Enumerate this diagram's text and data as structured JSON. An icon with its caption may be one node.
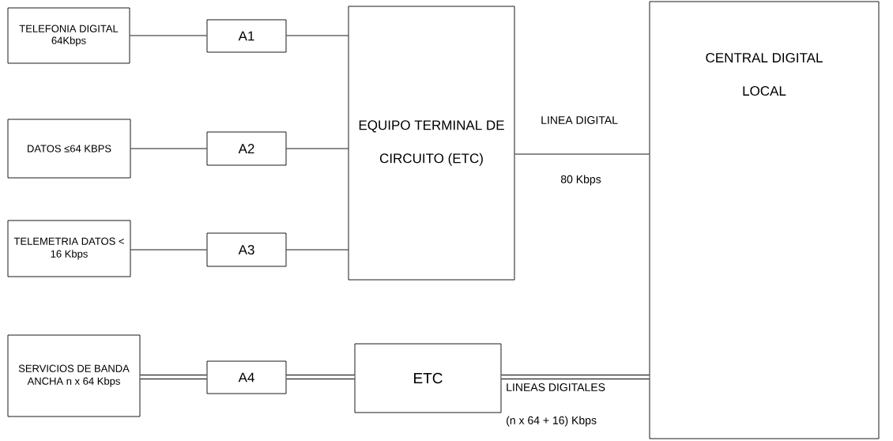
{
  "diagram": {
    "nodes": [
      {
        "text": [
          "TELEFONIA DIGITAL 64Kbps"
        ]
      },
      {
        "text": [
          "A1"
        ]
      },
      {
        "text": [
          "DATOS ≤64 KBPS"
        ]
      },
      {
        "text": [
          "A2"
        ]
      },
      {
        "text": [
          "TELEMETRIA DATOS < 16 Kbps"
        ]
      },
      {
        "text": [
          "A3"
        ]
      },
      {
        "text": [
          "EQUIPO TERMINAL DE CIRCUITO (ETC)"
        ]
      },
      {
        "text": [
          "CENTRAL DIGITAL LOCAL"
        ]
      },
      {
        "text": [
          "SERVICIOS DE BANDA ANCHA n x 64 Kbps"
        ]
      },
      {
        "text": [
          "A4"
        ]
      },
      {
        "text": [
          "ETC"
        ]
      }
    ],
    "edges": [
      {
        "from": 0,
        "to": 1,
        "arrow": "none"
      },
      {
        "from": 1,
        "to": 6,
        "arrow": "none"
      },
      {
        "from": 2,
        "to": 3,
        "arrow": "none"
      },
      {
        "from": 3,
        "to": 6,
        "arrow": "none"
      },
      {
        "from": 4,
        "to": 5,
        "arrow": "none"
      },
      {
        "from": 5,
        "to": 6,
        "arrow": "none"
      },
      {
        "from": 6,
        "to": 7,
        "arrow": "none",
        "label": "LINEA DIGITAL"
      },
      {
        "from": 8,
        "to": 9,
        "arrow": "none",
        "style": "thick"
      },
      {
        "from": 9,
        "to": 10,
        "arrow": "none",
        "style": "thick"
      },
      {
        "from": 10,
        "to": 7,
        "arrow": "none",
        "style": "thick",
        "label": "LINEAS DIGITALES"
      }
    ],
    "labels": [
      "80 Kbps",
      "(n x 64 + 16) Kbps"
    ]
  }
}
